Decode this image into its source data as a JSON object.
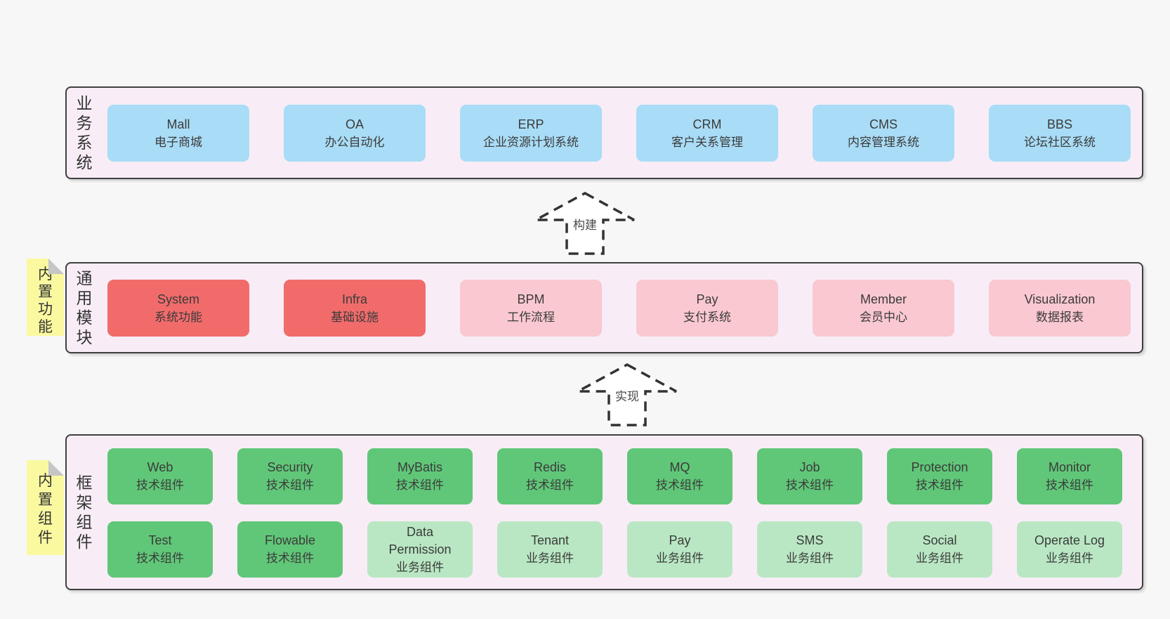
{
  "colors": {
    "page_bg": "#f7f7f7",
    "layer_bg": "#f8edf6",
    "layer_border": "#3f3f3f",
    "box_blue": "#a9dcf6",
    "box_red": "#f16b6b",
    "box_pink": "#fac8d1",
    "box_green": "#60c778",
    "box_green_light": "#b9e7c3",
    "tag_yellow": "#fbf9a0",
    "text": "#3b3b3b"
  },
  "layer_business": {
    "label": "业务系统",
    "boxes": [
      {
        "en": "Mall",
        "zh": "电子商城"
      },
      {
        "en": "OA",
        "zh": "办公自动化"
      },
      {
        "en": "ERP",
        "zh": "企业资源计划系统"
      },
      {
        "en": "CRM",
        "zh": "客户关系管理"
      },
      {
        "en": "CMS",
        "zh": "内容管理系统"
      },
      {
        "en": "BBS",
        "zh": "论坛社区系统"
      }
    ]
  },
  "arrow_build": {
    "label": "构建"
  },
  "layer_modules": {
    "label": "通用模块",
    "tag": "内置功能",
    "boxes": [
      {
        "en": "System",
        "zh": "系统功能"
      },
      {
        "en": "Infra",
        "zh": "基础设施"
      },
      {
        "en": "BPM",
        "zh": "工作流程"
      },
      {
        "en": "Pay",
        "zh": "支付系统"
      },
      {
        "en": "Member",
        "zh": "会员中心"
      },
      {
        "en": "Visualization",
        "zh": "数据报表"
      }
    ]
  },
  "arrow_implement": {
    "label": "实现"
  },
  "layer_components": {
    "label": "框架组件",
    "tag": "内置组件",
    "row1": [
      {
        "en": "Web",
        "zh": "技术组件"
      },
      {
        "en": "Security",
        "zh": "技术组件"
      },
      {
        "en": "MyBatis",
        "zh": "技术组件"
      },
      {
        "en": "Redis",
        "zh": "技术组件"
      },
      {
        "en": "MQ",
        "zh": "技术组件"
      },
      {
        "en": "Job",
        "zh": "技术组件"
      },
      {
        "en": "Protection",
        "zh": "技术组件"
      },
      {
        "en": "Monitor",
        "zh": "技术组件"
      }
    ],
    "row2": [
      {
        "en": "Test",
        "zh": "技术组件"
      },
      {
        "en": "Flowable",
        "zh": "技术组件"
      },
      {
        "en": "Data Permission",
        "zh": "业务组件"
      },
      {
        "en": "Tenant",
        "zh": "业务组件"
      },
      {
        "en": "Pay",
        "zh": "业务组件"
      },
      {
        "en": "SMS",
        "zh": "业务组件"
      },
      {
        "en": "Social",
        "zh": "业务组件"
      },
      {
        "en": "Operate Log",
        "zh": "业务组件"
      }
    ]
  }
}
